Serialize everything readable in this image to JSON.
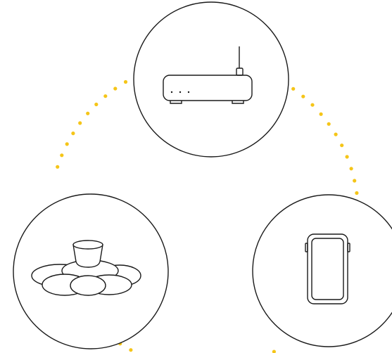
{
  "diagram": {
    "nodes": [
      {
        "id": "router",
        "icon": "router-icon"
      },
      {
        "id": "sensor",
        "icon": "sensor-on-stones-icon"
      },
      {
        "id": "phone",
        "icon": "smartphone-icon"
      }
    ],
    "connections": [
      {
        "from": "router",
        "to": "sensor",
        "style": "dotted"
      },
      {
        "from": "router",
        "to": "phone",
        "style": "dotted"
      },
      {
        "from": "sensor",
        "to": "phone",
        "style": "dotted"
      }
    ],
    "colors": {
      "dots": "#f5c518",
      "stroke": "#1a1a1a",
      "background": "#ffffff"
    }
  }
}
